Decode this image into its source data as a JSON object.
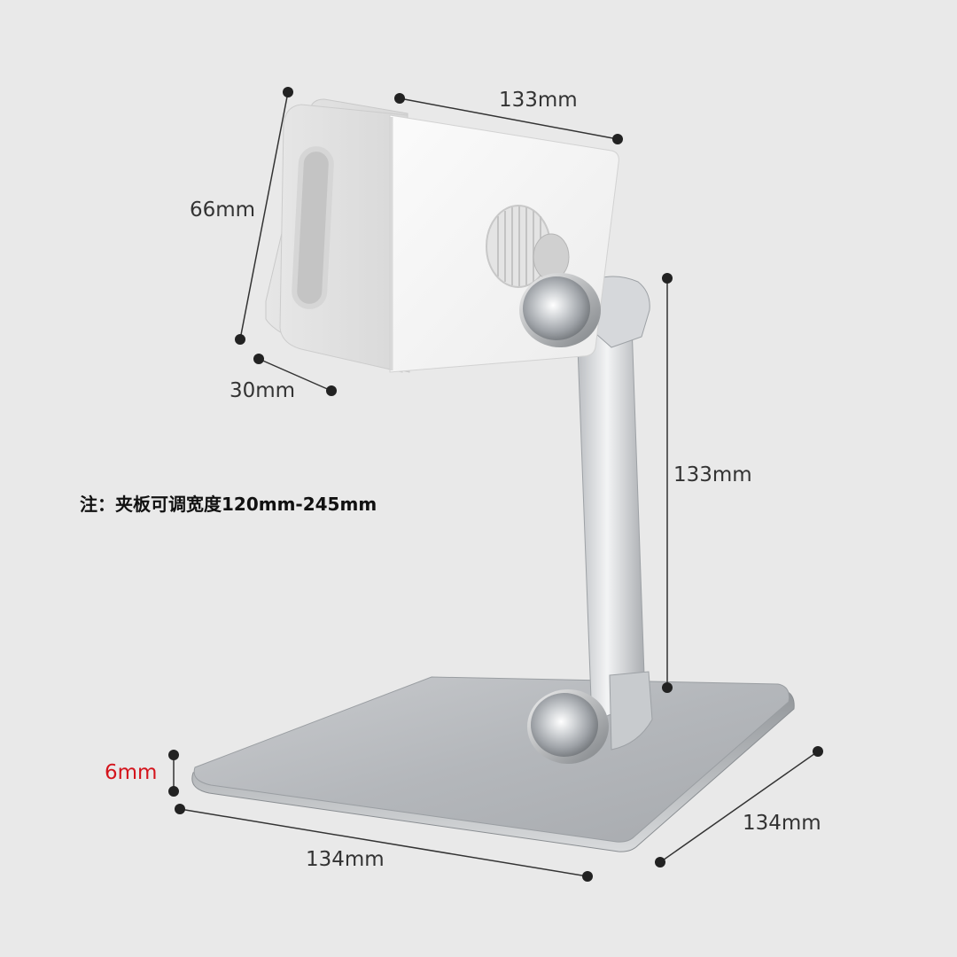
{
  "labels": {
    "clamp_width": "133mm",
    "clamp_height": "66mm",
    "clamp_depth": "30mm",
    "arm_height": "133mm",
    "base_thickness": "6mm",
    "base_width": "134mm",
    "base_depth": "134mm"
  },
  "note": "注：夹板可调宽度120mm-245mm",
  "colors": {
    "background": "#e9e9e9",
    "dimension_line": "#333333",
    "dot": "#222222",
    "highlight_label": "#d4141c",
    "metal": "#bfc2c6",
    "clamp": "#f2f2f2"
  }
}
